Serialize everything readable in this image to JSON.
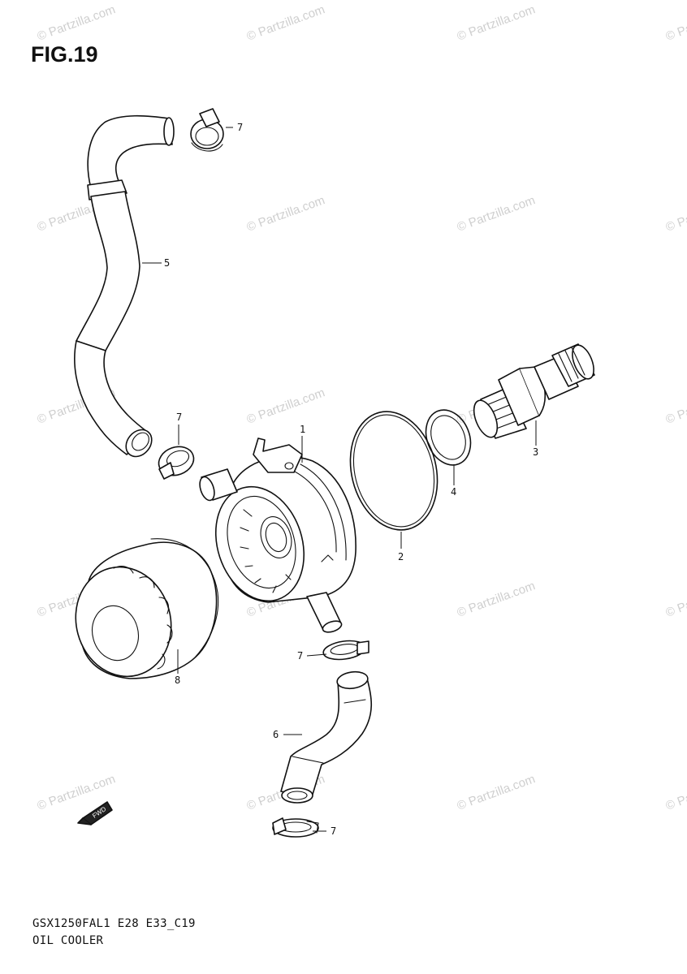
{
  "figure": {
    "title": "FIG.19",
    "code_caption": "GSX1250FAL1 E28 E33_C19",
    "name_caption": "OIL COOLER",
    "watermark": "© Partzilla.com",
    "direction_marker": "FWD"
  },
  "callouts": [
    {
      "id": "c1",
      "text": "1"
    },
    {
      "id": "c2",
      "text": "2"
    },
    {
      "id": "c3",
      "text": "3"
    },
    {
      "id": "c4",
      "text": "4"
    },
    {
      "id": "c5",
      "text": "5"
    },
    {
      "id": "c6",
      "text": "6"
    },
    {
      "id": "c7a",
      "text": "7"
    },
    {
      "id": "c7b",
      "text": "7"
    },
    {
      "id": "c7c",
      "text": "7"
    },
    {
      "id": "c7d",
      "text": "7"
    },
    {
      "id": "c8",
      "text": "8"
    }
  ]
}
